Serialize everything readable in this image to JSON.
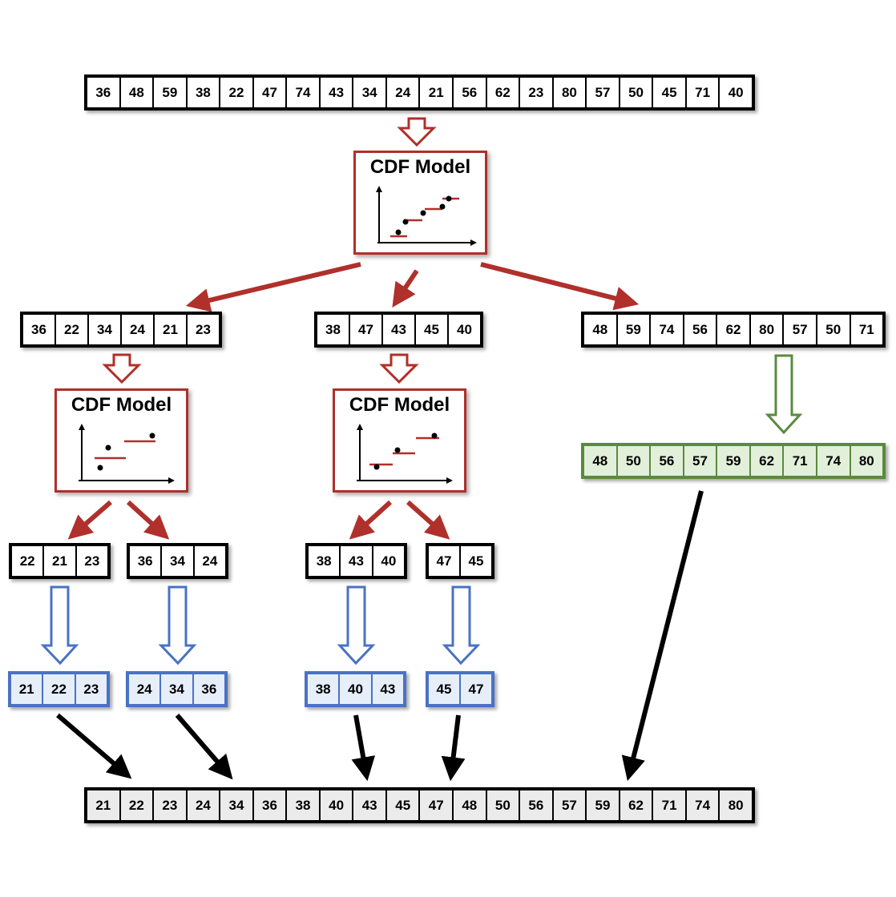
{
  "input_array": [
    "36",
    "48",
    "59",
    "38",
    "22",
    "47",
    "74",
    "43",
    "34",
    "24",
    "21",
    "56",
    "62",
    "23",
    "80",
    "57",
    "50",
    "45",
    "71",
    "40"
  ],
  "models": {
    "root": {
      "label": "CDF Model"
    },
    "left": {
      "label": "CDF Model"
    },
    "middle": {
      "label": "CDF Model"
    }
  },
  "level1": {
    "left": [
      "36",
      "22",
      "34",
      "24",
      "21",
      "23"
    ],
    "middle": [
      "38",
      "47",
      "43",
      "45",
      "40"
    ],
    "right": [
      "48",
      "59",
      "74",
      "56",
      "62",
      "80",
      "57",
      "50",
      "71"
    ]
  },
  "right_sorted": [
    "48",
    "50",
    "56",
    "57",
    "59",
    "62",
    "71",
    "74",
    "80"
  ],
  "level2": {
    "a": [
      "22",
      "21",
      "23"
    ],
    "b": [
      "36",
      "34",
      "24"
    ],
    "c": [
      "38",
      "43",
      "40"
    ],
    "d": [
      "47",
      "45"
    ]
  },
  "sorted_leaves": {
    "a": [
      "21",
      "22",
      "23"
    ],
    "b": [
      "24",
      "34",
      "36"
    ],
    "c": [
      "38",
      "40",
      "43"
    ],
    "d": [
      "45",
      "47"
    ]
  },
  "output_array": [
    "21",
    "22",
    "23",
    "24",
    "34",
    "36",
    "38",
    "40",
    "43",
    "45",
    "47",
    "48",
    "50",
    "56",
    "57",
    "59",
    "62",
    "71",
    "74",
    "80"
  ],
  "colors": {
    "model_red": "#b0302b",
    "split_arrow_red": "#b0302b",
    "blue_sort": "#4a72c4",
    "green_sort": "#5b8a3e",
    "merge_black": "#000000"
  }
}
